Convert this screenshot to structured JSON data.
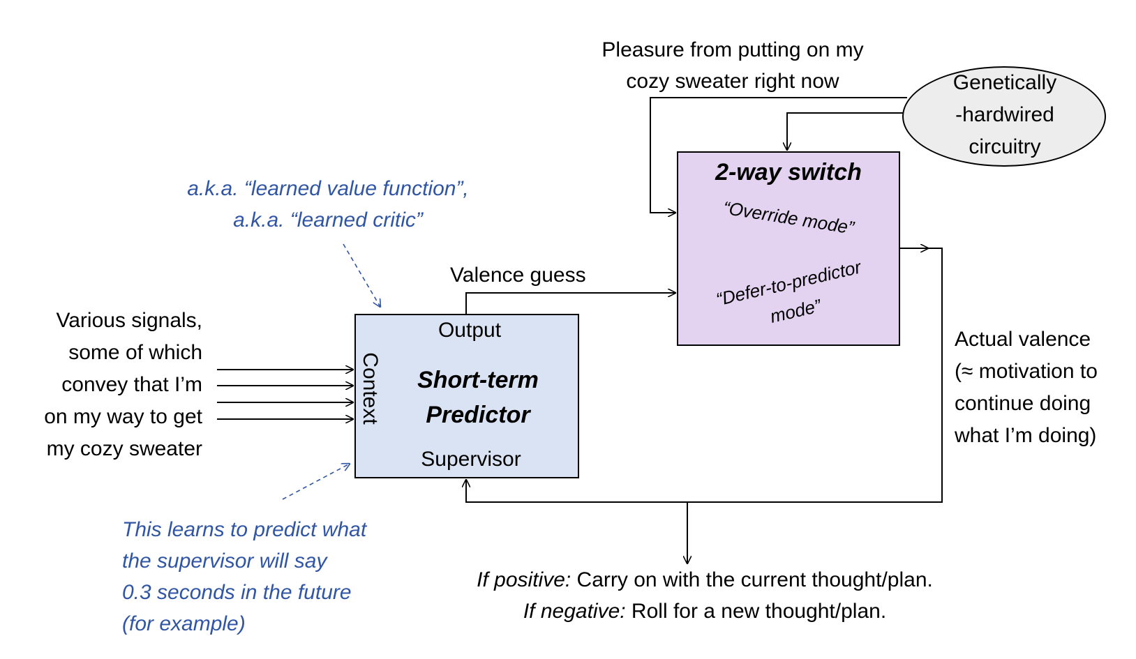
{
  "labels": {
    "pleasure": [
      "Pleasure from putting on my",
      "cozy sweater right now"
    ],
    "genetic": [
      "Genetically",
      "-hardwired",
      "circuitry"
    ],
    "aka": [
      "a.k.a. “learned value function”,",
      "a.k.a. “learned critic”"
    ],
    "valence_guess": "Valence guess",
    "various": [
      "Various signals,",
      "some of which",
      "convey that I’m",
      "on my way to get",
      "my cozy sweater"
    ],
    "learns": [
      "This learns to predict what",
      "the supervisor will say",
      "0.3 seconds in the future",
      "(for example)"
    ],
    "actual": [
      "Actual valence",
      "(≈ motivation to",
      "continue doing",
      "what I’m doing)"
    ],
    "outcome": {
      "pos_prefix": "If positive:",
      "pos_text": " Carry on with the current thought/plan.",
      "neg_prefix": "If negative:",
      "neg_text": " Roll for a new thought/plan."
    }
  },
  "predictor": {
    "output": "Output",
    "context": "Context",
    "title": [
      "Short-term",
      "Predictor"
    ],
    "supervisor": "Supervisor"
  },
  "switch": {
    "title": "2-way switch",
    "override": "“Override mode”",
    "defer": [
      "“Defer-to-predictor",
      "mode”"
    ]
  },
  "colors": {
    "predictor_fill": "#dae3f3",
    "switch_fill": "#e3d3f1",
    "ellipse_fill": "#ededed",
    "annotation_blue": "#2f55a4"
  }
}
